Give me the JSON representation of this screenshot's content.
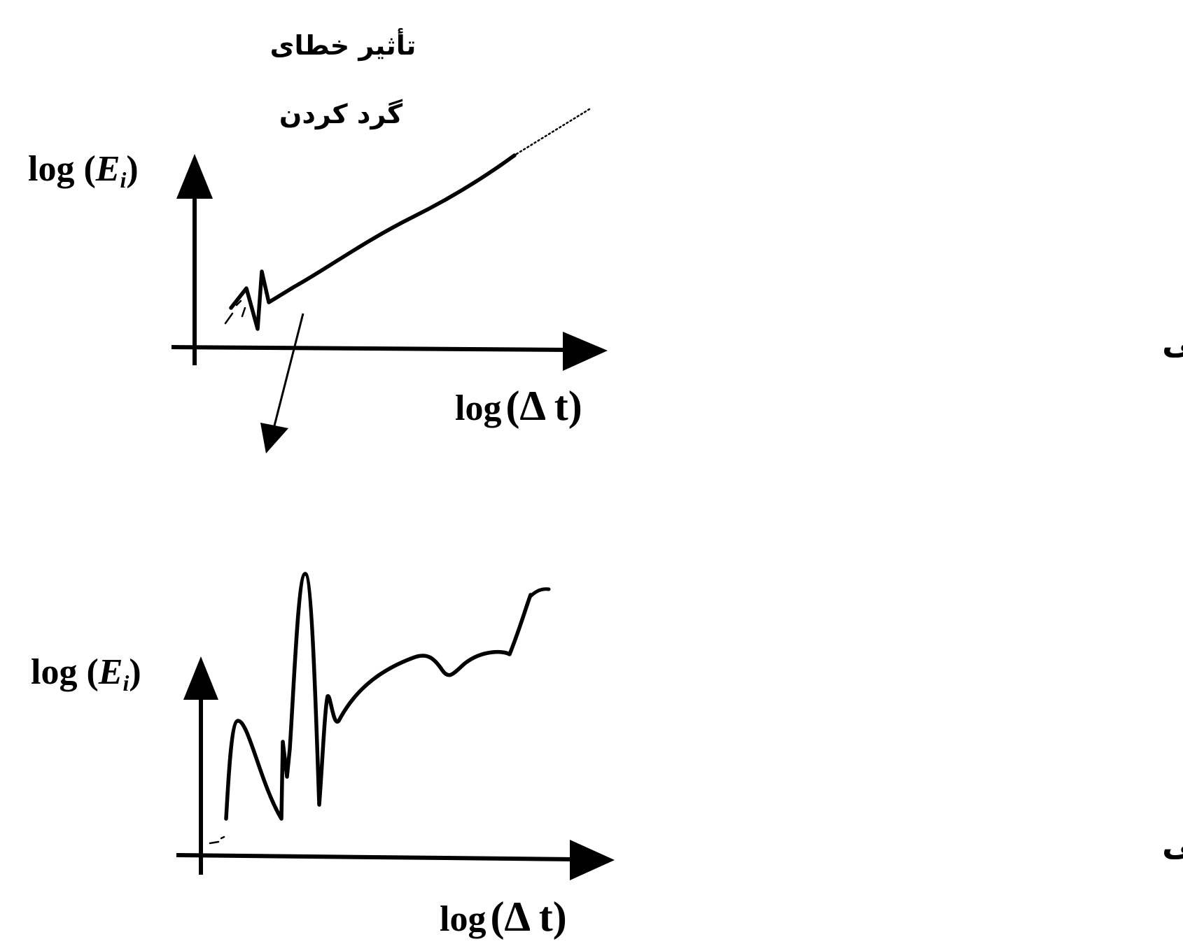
{
  "panels": [
    {
      "id": "linear",
      "caption": "الف) مسائل خطی",
      "y_axis_label": "log (E_i)",
      "y_axis_label_main": "log (",
      "y_axis_label_var": "E",
      "y_axis_label_sub": "i",
      "y_axis_label_close": ")",
      "x_axis_label_main": "log",
      "x_axis_label_paren": "(Δ t)",
      "annotation_line1": "تأثیر خطای",
      "annotation_line2": "گرد کردن"
    },
    {
      "id": "nonlinear",
      "caption": "ب) مسائل غیرخطی",
      "y_axis_label_main": "log (",
      "y_axis_label_var": "E",
      "y_axis_label_sub": "i",
      "y_axis_label_close": ")",
      "x_axis_label_main": "log",
      "x_axis_label_paren": "(Δ t)"
    }
  ],
  "colors": {
    "ink": "#000000",
    "background": "#ffffff"
  }
}
